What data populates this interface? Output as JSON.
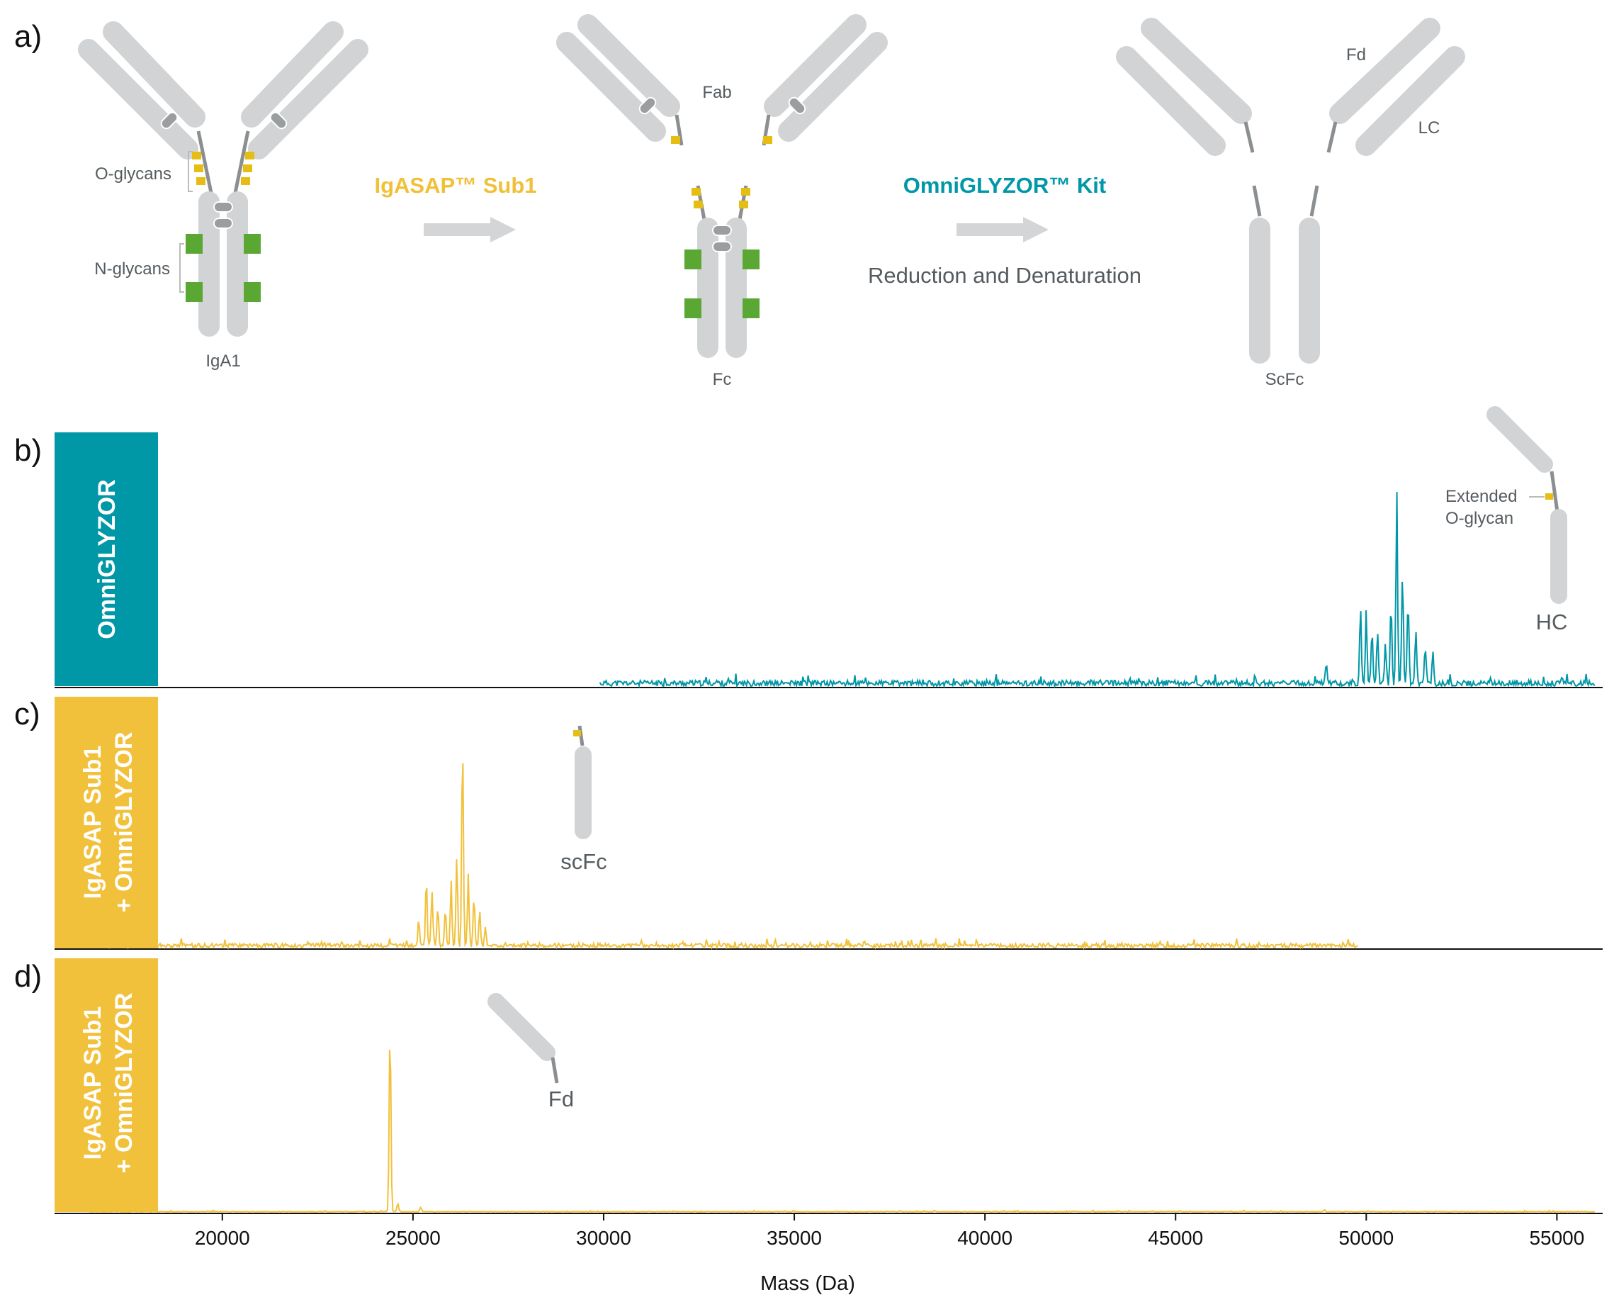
{
  "colors": {
    "chain": "#d2d3d4",
    "hinge": "#8c8f91",
    "disulfide": "#9a9ea1",
    "o_glycan": "#e6bd12",
    "n_glycan": "#5aa833",
    "teal": "#0097a7",
    "gold": "#f2c13b",
    "gold_text": "#f0c038",
    "arrow": "#d4d5d6",
    "label": "#555b5f"
  },
  "panel_a": {
    "letter": "a)",
    "o_glycans_label": "O-glycans",
    "n_glycans_label": "N-glycans",
    "iga1_label": "IgA1",
    "step1_label": "IgASAP™ Sub1",
    "fab_label": "Fab",
    "fc_label": "Fc",
    "step2_label": "OmniGLYZOR™ Kit",
    "step2_sub": "Reduction and Denaturation",
    "fd_label": "Fd",
    "lc_label": "LC",
    "scfc_label": "ScFc"
  },
  "panel_b": {
    "letter": "b)",
    "side_label": "OmniGLYZOR",
    "annot_line1": "Extended",
    "annot_line2": "O-glycan",
    "annot_main": "HC"
  },
  "panel_c": {
    "letter": "c)",
    "side_line1": "IgASAP Sub1",
    "side_line2": "+ OmniGLYZOR",
    "annot_main": "scFc"
  },
  "panel_d": {
    "letter": "d)",
    "side_line1": "IgASAP Sub1",
    "side_line2": "+ OmniGLYZOR",
    "annot_main": "Fd"
  },
  "chart_data": [
    {
      "type": "line",
      "panel": "b",
      "name": "OmniGLYZOR",
      "color": "#0097a7",
      "xlim": [
        15600,
        56200
      ],
      "noise_range": [
        29900,
        56000
      ],
      "peaks": [
        [
          48950,
          0.12
        ],
        [
          49850,
          0.38
        ],
        [
          50000,
          0.35
        ],
        [
          50150,
          0.3
        ],
        [
          50300,
          0.27
        ],
        [
          50500,
          0.22
        ],
        [
          50650,
          0.46
        ],
        [
          50800,
          1.0
        ],
        [
          50950,
          0.6
        ],
        [
          51100,
          0.42
        ],
        [
          51300,
          0.28
        ],
        [
          51550,
          0.2
        ],
        [
          51750,
          0.15
        ]
      ]
    },
    {
      "type": "line",
      "panel": "c",
      "name": "IgASAP Sub1 + OmniGLYZOR (scFc)",
      "color": "#f2c13b",
      "xlim": [
        15600,
        56200
      ],
      "noise_range": [
        16500,
        49800
      ],
      "peaks": [
        [
          25150,
          0.13
        ],
        [
          25350,
          0.32
        ],
        [
          25500,
          0.27
        ],
        [
          25650,
          0.2
        ],
        [
          25850,
          0.2
        ],
        [
          26000,
          0.3
        ],
        [
          26150,
          0.45
        ],
        [
          26300,
          1.0
        ],
        [
          26450,
          0.35
        ],
        [
          26600,
          0.25
        ],
        [
          26750,
          0.18
        ],
        [
          26900,
          0.1
        ]
      ]
    },
    {
      "type": "line",
      "panel": "d",
      "name": "IgASAP Sub1 + OmniGLYZOR (Fd)",
      "color": "#f2c13b",
      "xlim": [
        15600,
        56200
      ],
      "noise_range": [
        16500,
        56000
      ],
      "peaks": [
        [
          24400,
          1.0
        ],
        [
          24600,
          0.04
        ],
        [
          25200,
          0.02
        ],
        [
          48900,
          0.01
        ]
      ]
    }
  ],
  "x_axis": {
    "label": "Mass (Da)",
    "ticks": [
      20000,
      25000,
      30000,
      35000,
      40000,
      45000,
      50000,
      55000
    ],
    "tick_labels": [
      "20000",
      "25000",
      "30000",
      "35000",
      "40000",
      "45000",
      "50000",
      "55000"
    ]
  }
}
